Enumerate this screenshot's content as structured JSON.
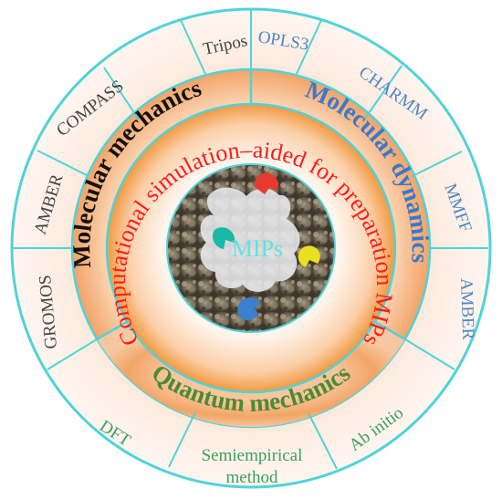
{
  "center": {
    "label": "MIPs",
    "colors": {
      "label": "#5fe3e0",
      "template_red": "#e63a2e",
      "template_teal": "#19b8a6",
      "template_yellow": "#e8e020",
      "template_blue": "#3a7fd0"
    }
  },
  "inner_ring": {
    "title": "Computational simulation–aided for preparation MIPs",
    "color": "#ff1a1a"
  },
  "sectors": [
    {
      "title": "Molecular mechanics",
      "color": "#111111"
    },
    {
      "title": "Molecular dynamics",
      "color": "#3b78c8"
    },
    {
      "title": "Quantum mechanics",
      "color": "#4c8a36"
    }
  ],
  "outer_ring": {
    "molecular_mechanics": [
      {
        "label": "Tripos",
        "color": "#444444"
      },
      {
        "label": "COMPASS",
        "color": "#444444"
      },
      {
        "label": "AMBER",
        "color": "#444444"
      },
      {
        "label": "GROMOS",
        "color": "#444444"
      }
    ],
    "molecular_dynamics": [
      {
        "label": "OPLS3",
        "color": "#4f86c6"
      },
      {
        "label": "CHARMM",
        "color": "#4f86c6"
      },
      {
        "label": "MMFF",
        "color": "#4f86c6"
      },
      {
        "label": "AMBER",
        "color": "#4f86c6"
      }
    ],
    "quantum_mechanics": [
      {
        "label": "DFT",
        "color": "#3aa060"
      },
      {
        "label": "Semiempirical",
        "label2": "method",
        "color": "#3aa060"
      },
      {
        "label": "Ab initio",
        "color": "#3aa060"
      }
    ]
  },
  "colors": {
    "ring_stroke": "#4fd3d8",
    "outer_fill": "#fdf0e8",
    "orange_light": "#fbd9bf",
    "orange_dark": "#f0a062"
  }
}
